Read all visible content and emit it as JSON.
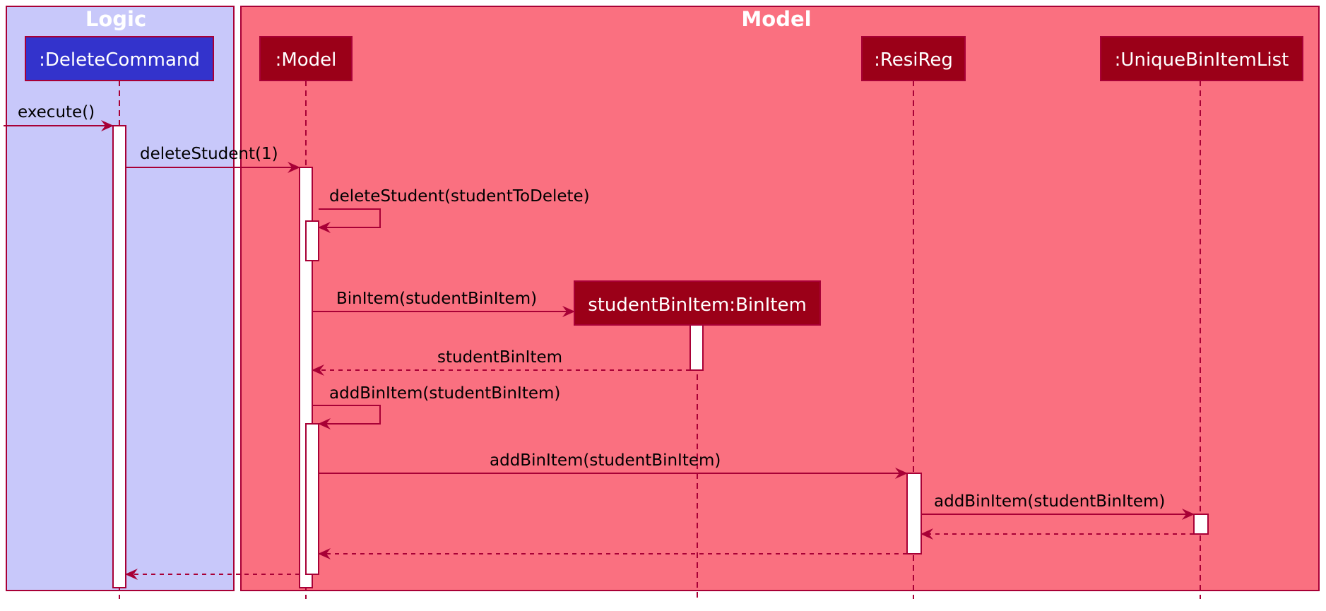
{
  "colors": {
    "logic_bg": "#c8c8fa",
    "model_bg": "#fa7080",
    "border": "#a80036",
    "deletecommand_fill": "#3333cc",
    "model_participant_fill": "#9b0018",
    "activation_fill": "#ffffff",
    "text_dark": "#000000",
    "text_light": "#ffffff"
  },
  "boxes": {
    "logic": {
      "title": "Logic"
    },
    "model": {
      "title": "Model"
    }
  },
  "participants": {
    "delete_command": ":DeleteCommand",
    "model": ":Model",
    "resireg": ":ResiReg",
    "unique_bin_item_list": ":UniqueBinItemList",
    "student_bin_item": "studentBinItem:BinItem"
  },
  "messages": {
    "execute": "execute()",
    "delete_student_index": "deleteStudent(1)",
    "delete_student_target": "deleteStudent(studentToDelete)",
    "bin_item_constructor": "BinItem(studentBinItem)",
    "student_bin_item_return": "studentBinItem",
    "add_bin_item_self": "addBinItem(studentBinItem)",
    "add_bin_item_resireg": "addBinItem(studentBinItem)",
    "add_bin_item_list": "addBinItem(studentBinItem)"
  }
}
